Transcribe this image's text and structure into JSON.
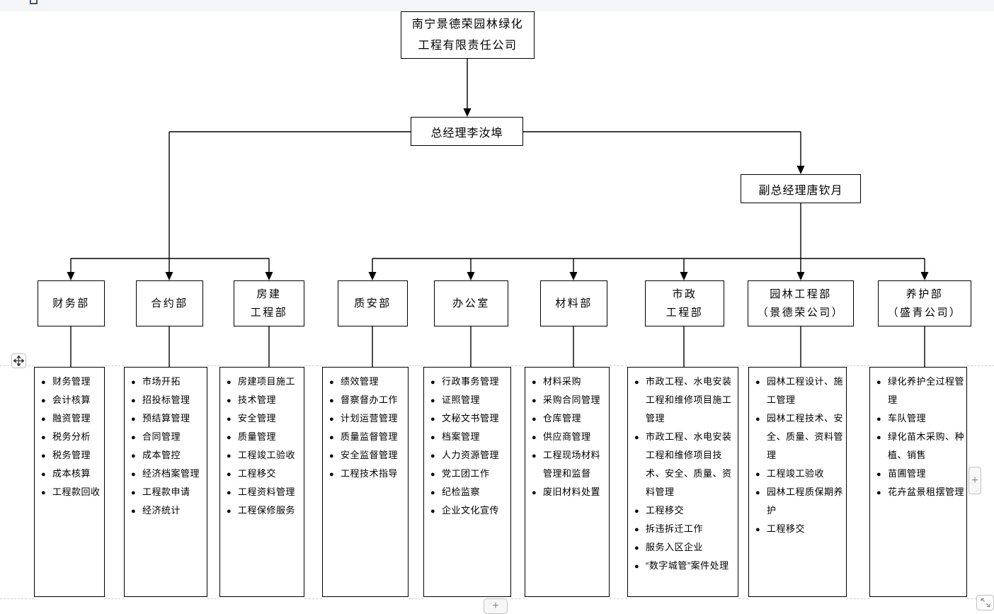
{
  "chart": {
    "type": "org-chart",
    "company_line1": "南宁景德荣园林绿化",
    "company_line2": "工程有限责任公司",
    "general_manager": "总经理李汝埠",
    "deputy_general_manager": "副总经理唐钦月",
    "departments": [
      {
        "id": "finance",
        "name_lines": [
          "财务部"
        ],
        "duties": [
          "财务管理",
          "会计核算",
          "融资管理",
          "税务分析",
          "税务管理",
          "成本核算",
          "工程款回收"
        ]
      },
      {
        "id": "contract",
        "name_lines": [
          "合约部"
        ],
        "duties": [
          "市场开拓",
          "招投标管理",
          "预结算管理",
          "合同管理",
          "成本管控",
          "经济档案管理",
          "工程款申请",
          "经济统计"
        ]
      },
      {
        "id": "housing-construction",
        "name_lines": [
          "房建",
          "工程部"
        ],
        "duties": [
          "房建项目施工",
          "技术管理",
          "安全管理",
          "质量管理",
          "工程竣工验收",
          "工程移交",
          "工程资料管理",
          "工程保修服务"
        ]
      },
      {
        "id": "quality-safety",
        "name_lines": [
          "质安部"
        ],
        "duties": [
          "绩效管理",
          "督察督办工作",
          "计划运营管理",
          "质量监督管理",
          "安全监督管理",
          "工程技术指导"
        ]
      },
      {
        "id": "office",
        "name_lines": [
          "办公室"
        ],
        "duties": [
          "行政事务管理",
          "证照管理",
          "文秘文书管理",
          "档案管理",
          "人力资源管理",
          "党工团工作",
          "纪检监察",
          "企业文化宣传"
        ]
      },
      {
        "id": "materials",
        "name_lines": [
          "材料部"
        ],
        "duties": [
          "材料采购",
          "采购合同管理",
          "仓库管理",
          "供应商管理",
          "工程现场材料管理和监督",
          "废旧材料处置"
        ]
      },
      {
        "id": "municipal-engineering",
        "name_lines": [
          "市政",
          "工程部"
        ],
        "duties": [
          "市政工程、水电安装工程和维修项目施工管理",
          "市政工程、水电安装工程和维修项目技术、安全、质量、资料管理",
          "工程移交",
          "拆违拆迁工作",
          "服务入区企业",
          "“数字城管”案件处理"
        ]
      },
      {
        "id": "landscape-engineering",
        "name_lines": [
          "园林工程部",
          "（景德荣公司）"
        ],
        "duties": [
          "园林工程设计、施工管理",
          "园林工程技术、安全、质量、资料管理",
          "工程竣工验收",
          "园林工程质保期养护",
          "工程移交"
        ]
      },
      {
        "id": "maintenance",
        "name_lines": [
          "养护部",
          "（盛青公司）"
        ],
        "duties": [
          "绿化养护全过程管理",
          "车队管理",
          "绿化苗木采购、种植、销售",
          "苗圃管理",
          "花卉盆景租摆管理"
        ]
      }
    ]
  },
  "controls": {
    "add_column_label": "+",
    "add_row_label": "+",
    "move_handle_icon": "move-cross-icon",
    "resize_icon": "diagonal-resize-icon",
    "anchor_icon": "anchor-square-icon"
  },
  "colors": {
    "line": "#000000",
    "background": "#ffffff",
    "margin_strip": "#f4f5f7",
    "anchor_border": "#44546a",
    "control_border": "#c2c2c2",
    "control_background": "#f7f7f7",
    "control_glyph": "#8a8a8a"
  }
}
